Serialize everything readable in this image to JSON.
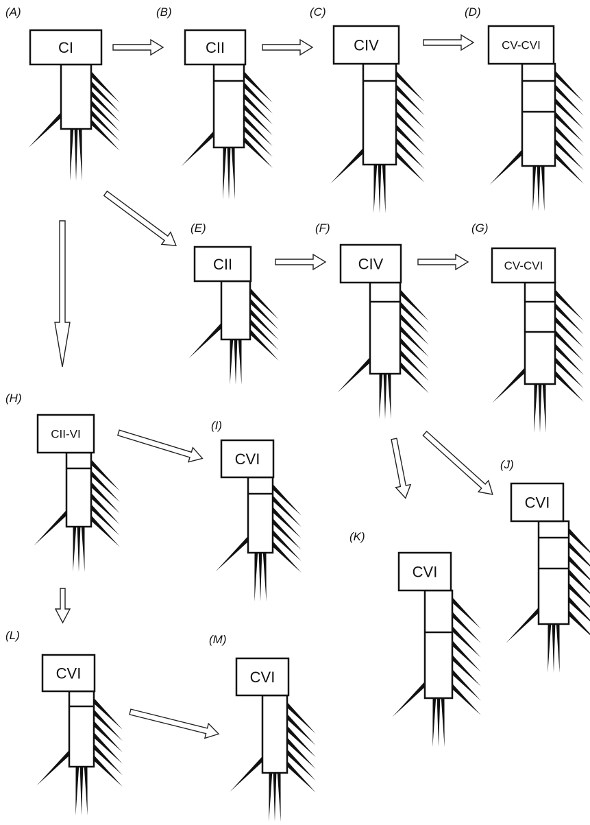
{
  "panels": [
    {
      "label": "(A)",
      "stage": "CI"
    },
    {
      "label": "(B)",
      "stage": "CII"
    },
    {
      "label": "(C)",
      "stage": "CIV"
    },
    {
      "label": "(D)",
      "stage": "CV-CVI"
    },
    {
      "label": "(E)",
      "stage": "CII"
    },
    {
      "label": "(F)",
      "stage": "CIV"
    },
    {
      "label": "(G)",
      "stage": "CV-CVI"
    },
    {
      "label": "(H)",
      "stage": "CII-VI"
    },
    {
      "label": "(I)",
      "stage": "CVI"
    },
    {
      "label": "(J)",
      "stage": "CVI"
    },
    {
      "label": "(K)",
      "stage": "CVI"
    },
    {
      "label": "(L)",
      "stage": "CVI"
    },
    {
      "label": "(M)",
      "stage": "CVI"
    }
  ]
}
